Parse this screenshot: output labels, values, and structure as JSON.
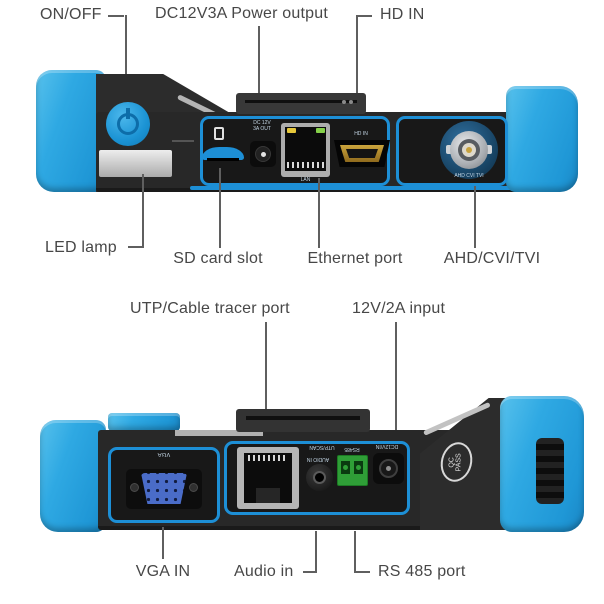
{
  "colors": {
    "accent_blue": "#2aa3e0",
    "panel_border_blue": "#1d8fd6",
    "body_dark": "#282828",
    "callout_line_gray": "#5f5f5f",
    "label_text_gray": "#474747",
    "rs485_green": "#2f9e37",
    "hdmi_gold": "#caa43c",
    "vga_blue": "#4a6cc8"
  },
  "top_view": {
    "callouts": {
      "on_off": "ON/OFF",
      "power_output": "DC12V3A Power output",
      "hd_in": "HD IN",
      "led_lamp": "LED lamp",
      "sd_card": "SD card slot",
      "ethernet": "Ethernet port",
      "ahd": "AHD/CVI/TVI"
    },
    "ports": {
      "dc_out_l1": "DC 12V",
      "dc_out_l2": "3A OUT",
      "lan": "LAN",
      "hdmi": "HD IN",
      "bnc": "AHD CVI TVI"
    }
  },
  "bottom_view": {
    "callouts": {
      "utp_tracer": "UTP/Cable tracer port",
      "power_input": "12V/2A input",
      "vga_in": "VGA IN",
      "audio_in": "Audio in",
      "rs485": "RS 485 port"
    },
    "ports": {
      "vga": "VGA",
      "utp_scan": "UTP/SCAN",
      "audio": "AUDIO IN",
      "rs485": "RS485",
      "dc_in": "DC12V/IN",
      "qc_l1": "QC",
      "qc_l2": "PASS"
    }
  }
}
